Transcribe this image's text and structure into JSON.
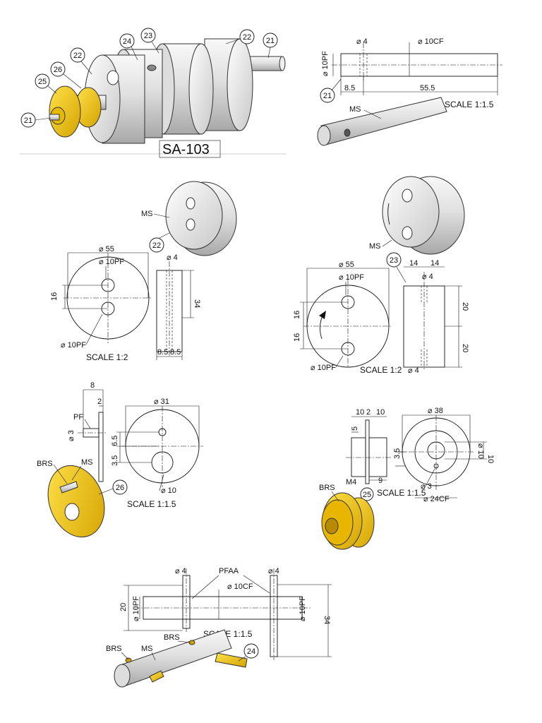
{
  "sheet": {
    "assembly": {
      "title": "SA-103",
      "balloons": [
        "24",
        "23",
        "22",
        "22",
        "21",
        "26",
        "25",
        "21"
      ]
    },
    "shaft21": {
      "balloon": "21",
      "material": "MS",
      "scale": "SCALE 1:1.5",
      "dims": {
        "hole": "⌀ 4",
        "dia": "⌀ 10CF",
        "left_dia": "⌀ 10PF",
        "len1": "8.5",
        "len2": "55.5"
      }
    },
    "disc22": {
      "balloon": "22",
      "material": "MS",
      "scale": "SCALE 1:2",
      "dims": {
        "od": "⌀ 55",
        "hole_top": "⌀ 10PF",
        "hole_bot": "⌀ 10PF",
        "pitch": "16",
        "hole": "⌀ 4",
        "height": "34",
        "w1": "8.5",
        "w2": "8.5"
      }
    },
    "disc23": {
      "balloon": "23",
      "material": "MS",
      "scale": "SCALE 1:2",
      "dims": {
        "od": "⌀ 55",
        "hole_top": "⌀ 10PF",
        "hole_bot": "⌀ 10PF",
        "p1": "16",
        "p2": "16",
        "w1": "14",
        "w2": "14",
        "hole_top_side": "⌀ 4",
        "hole_bot_side": "⌀ 4",
        "h1": "20",
        "h2": "20"
      }
    },
    "disc26": {
      "balloon": "26",
      "materials": [
        "PF",
        "BRS",
        "MS"
      ],
      "scale": "SCALE 1:1.5",
      "dims": {
        "od": "⌀ 31",
        "bore": "⌀ 10",
        "t1": "8",
        "t2": "2",
        "pin": "⌀ 3",
        "o1": "6.5",
        "o2": "3.5"
      }
    },
    "pulley25": {
      "balloon": "25",
      "material": "BRS",
      "scale": "SCALE 1:1.5",
      "dims": {
        "w1": "10",
        "w2": "2",
        "w3": "10",
        "groove": "5",
        "thread": "M4",
        "w4": "9",
        "od": "⌀ 38",
        "bore": "⌀ 10",
        "bore_r": "10",
        "off": "3.5",
        "pin": "⌀ 3",
        "hub": "⌀ 24CF"
      }
    },
    "shaft24": {
      "balloon": "24",
      "materials": [
        "BRS",
        "MS",
        "BRS"
      ],
      "note": "PFAA",
      "scale": "SCALE 1:1.5",
      "dims": {
        "pin_l": "⌀ 4",
        "pin_r": "⌀ 4",
        "dia": "⌀ 10CF",
        "left": "⌀ 10PF",
        "right": "⌀ 10PF",
        "h": "20",
        "total": "34"
      }
    },
    "colors": {
      "steel": "#e4e4e4",
      "brass": "#f2c400",
      "line": "#111111"
    }
  }
}
